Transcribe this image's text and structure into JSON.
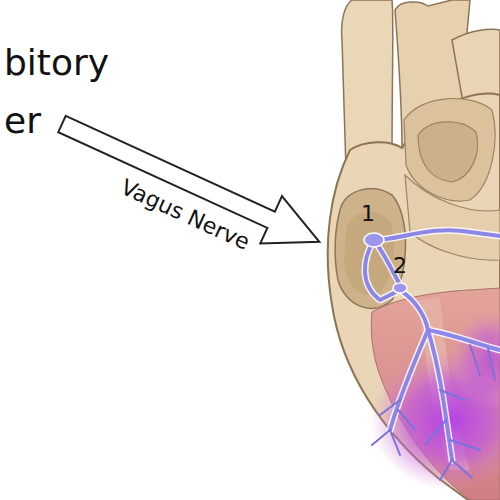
{
  "diagram": {
    "labels": [
      "bitory",
      "er",
      "Vagus Nerve",
      "1",
      "2"
    ]
  }
}
